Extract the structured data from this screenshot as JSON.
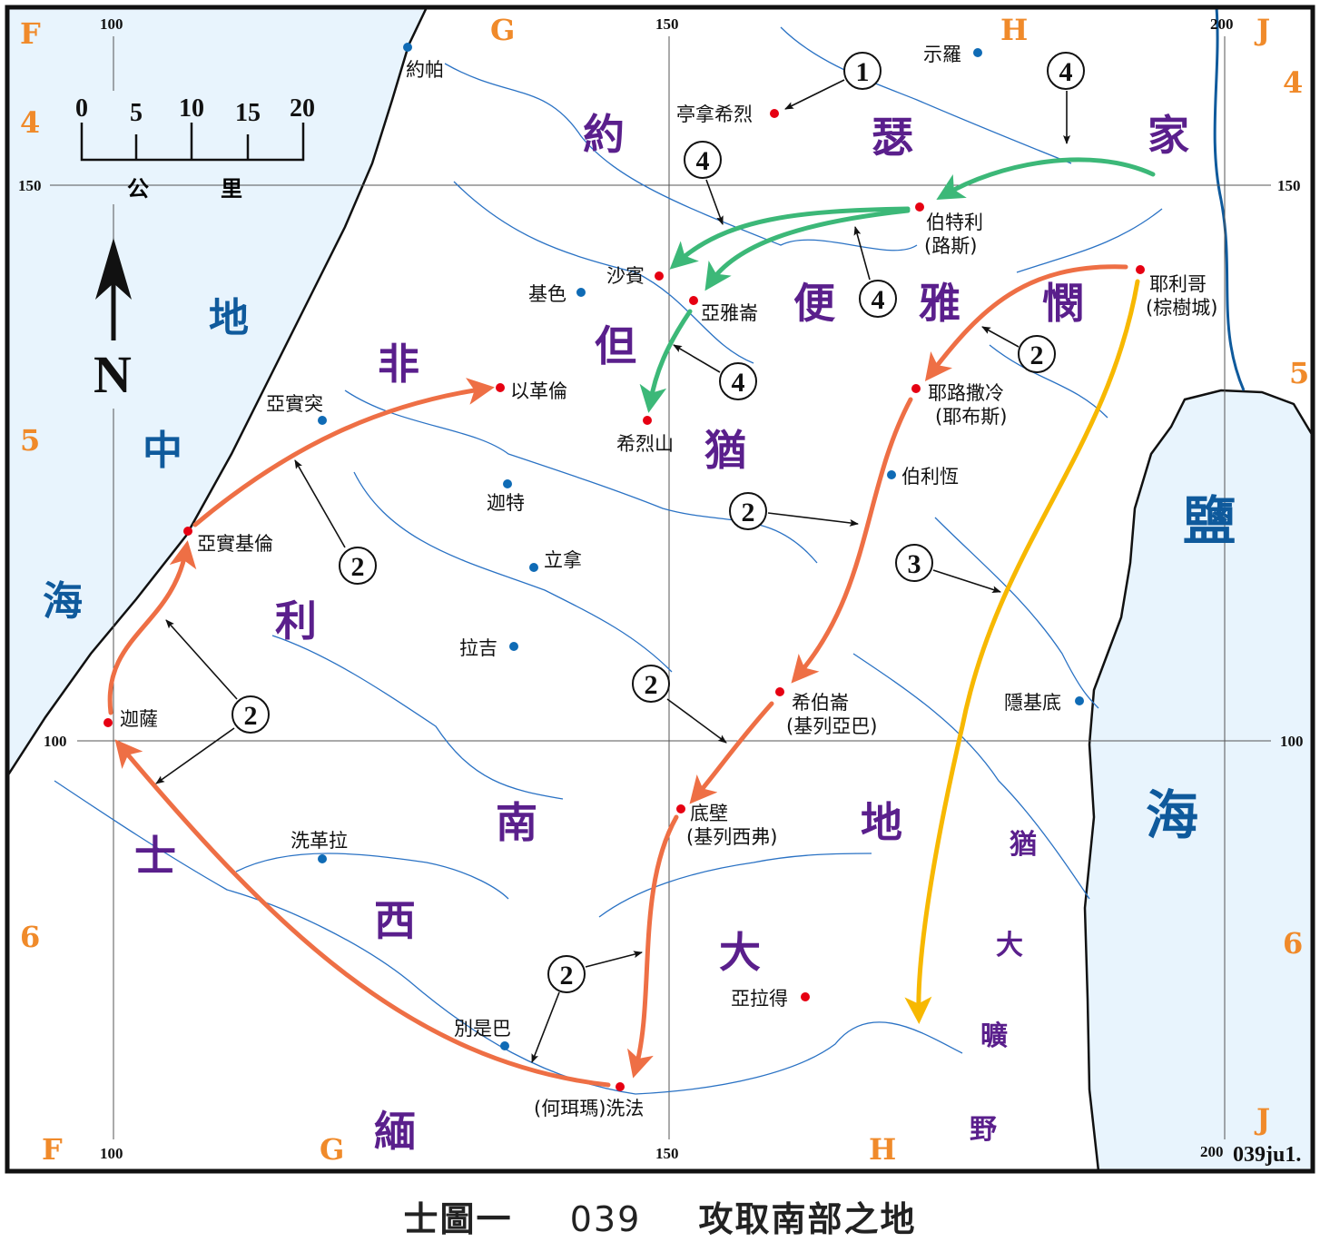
{
  "caption": {
    "part1": "士圖一",
    "code": "039",
    "title": "攻取南部之地"
  },
  "map_id": "039ju1.",
  "grid_letters": {
    "F": "F",
    "G": "G",
    "H": "H",
    "J": "J"
  },
  "grid_rows": {
    "r4": "4",
    "r5": "5",
    "r6": "6"
  },
  "grid_numbers": {
    "n100": "100",
    "n150": "150",
    "n200": "200"
  },
  "scale": {
    "ticks": [
      "0",
      "5",
      "10",
      "15",
      "20"
    ],
    "unit1": "公",
    "unit2": "里"
  },
  "north": "N",
  "seas": {
    "med": [
      "地",
      "中",
      "海"
    ],
    "dead": [
      "鹽",
      "海"
    ]
  },
  "regions": {
    "joseph": [
      "約",
      "瑟",
      "家"
    ],
    "benjamin": [
      "便",
      "雅",
      "憫"
    ],
    "dan": "但",
    "judah": "猶",
    "philistia": [
      "非",
      "利",
      "士"
    ],
    "negev": [
      "西",
      "南",
      "地"
    ],
    "judah2": [
      "大"
    ],
    "simeon": "緬",
    "wilderness": [
      "猶",
      "大",
      "曠",
      "野"
    ]
  },
  "cities_red": {
    "timnath": "亭拿希烈",
    "bethel": "伯特利",
    "bethel2": "(路斯)",
    "shaalbim": "沙賓",
    "aijalon": "亞雅崙",
    "heres": "希烈山",
    "ekron": "以革倫",
    "ashkelon": "亞實基倫",
    "gaza": "迦薩",
    "jericho": "耶利哥",
    "jericho2": "(棕樹城)",
    "jerusalem": "耶路撒冷",
    "jerusalem2": "(耶布斯)",
    "hebron": "希伯崙",
    "hebron2": "(基列亞巴)",
    "debir": "底壁",
    "debir2": "(基列西弗)",
    "zephath": "(何珥瑪)洗法",
    "arad": "亞拉得"
  },
  "cities_blue": {
    "joppa": "約帕",
    "shiloh": "示羅",
    "gezer": "基色",
    "ashdod": "亞實突",
    "gath": "迦特",
    "libnah": "立拿",
    "lachish": "拉吉",
    "bethlehem": "伯利恆",
    "engedi": "隱基底",
    "ziklag": "洗革拉",
    "beersheba": "別是巴"
  },
  "route_markers": [
    "1",
    "4",
    "4",
    "4",
    "4",
    "2",
    "2",
    "3",
    "2",
    "2",
    "2",
    "2"
  ],
  "colors": {
    "sea": "#e8f4fd",
    "river": "#2a72c4",
    "route_judah": "#ee6f45",
    "route_joseph": "#3cb878",
    "route_kenite": "#f7b800",
    "red_city": "#e60012",
    "blue_city": "#0f6bb5",
    "region": "#5a1f8c",
    "grid_letter": "#f08a2a"
  }
}
